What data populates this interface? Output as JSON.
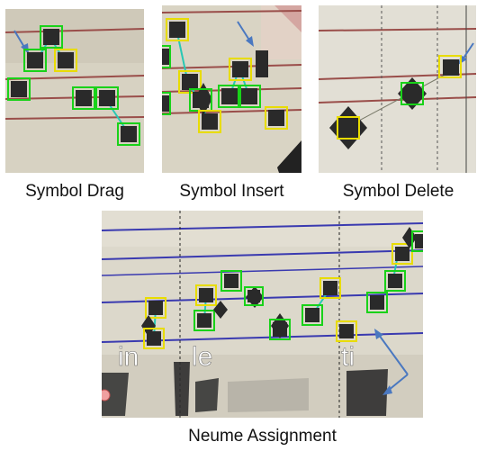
{
  "panels": [
    {
      "id": "drag",
      "caption": "Symbol Drag"
    },
    {
      "id": "insert",
      "caption": "Symbol Insert"
    },
    {
      "id": "delete",
      "caption": "Symbol Delete"
    },
    {
      "id": "assign",
      "caption": "Neume Assignment"
    }
  ],
  "syllables": [
    "in",
    "le",
    "ti"
  ],
  "colors": {
    "neume_fill": "#2a2a2a",
    "box_green": "#19d219",
    "box_yellow": "#e8dc00",
    "link_cyan": "#28c8b4",
    "staff_red": "#9a4e4a",
    "staff_blue": "#3a3ab0",
    "arrow": "#4a78c0",
    "parchment": "#ddd8c8"
  },
  "icons": [
    "arrow-icon",
    "neume-icon"
  ]
}
